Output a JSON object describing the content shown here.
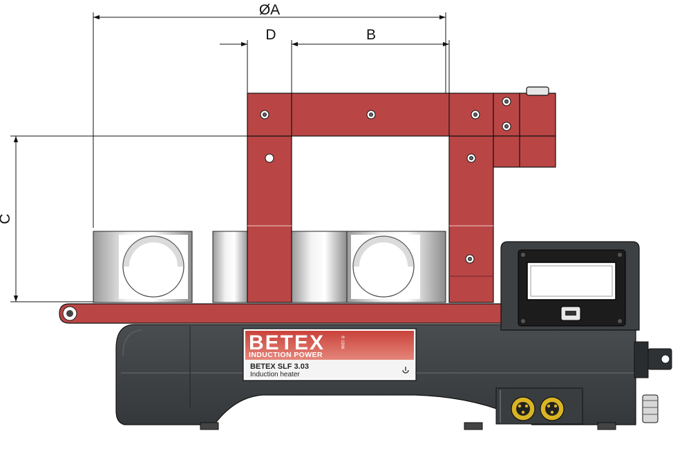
{
  "dimensions": {
    "a_label": "ØA",
    "d_label": "D",
    "b_label": "B",
    "c_label": "C"
  },
  "nameplate": {
    "brand": "BETEX",
    "tagline": "INDUCTION POWER",
    "trademark": "® 1906",
    "model": "BETEX SLF 3.03",
    "subtitle": "Induction heater"
  },
  "colors": {
    "yoke_red": "#b94645",
    "body_dark": "#3e4144",
    "panel_black": "#1c1c1c",
    "connector_yellow": "#d9b423"
  },
  "icons": [
    "display-screen",
    "usb-port",
    "power-connector",
    "hinge-pin"
  ]
}
